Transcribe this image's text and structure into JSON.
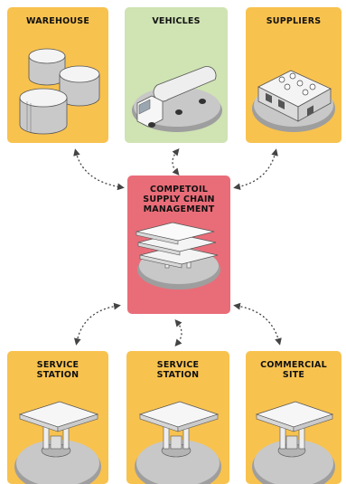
{
  "colors": {
    "orange": "#f8c24f",
    "green": "#cfe3b3",
    "red": "#e96d78",
    "platform": "#9e9e9e",
    "platform_top": "#c8c8c8",
    "arrow": "#444444"
  },
  "top_row": {
    "warehouse": {
      "label": "WAREHOUSE",
      "icon": "storage-tanks"
    },
    "vehicles": {
      "label": "VEHICLES",
      "icon": "tanker-truck"
    },
    "suppliers": {
      "label": "SUPPLIERS",
      "icon": "refinery-building"
    }
  },
  "center": {
    "label": "COMPETOIL\nSUPPLY CHAIN\nMANAGEMENT",
    "icon": "stacked-platform"
  },
  "bottom_row": {
    "service_station_1": {
      "label": "SERVICE\nSTATION",
      "icon": "fuel-canopy"
    },
    "service_station_2": {
      "label": "SERVICE\nSTATION",
      "icon": "fuel-canopy"
    },
    "commercial_site": {
      "label": "COMMERCIAL\nSITE",
      "icon": "fuel-canopy"
    }
  }
}
